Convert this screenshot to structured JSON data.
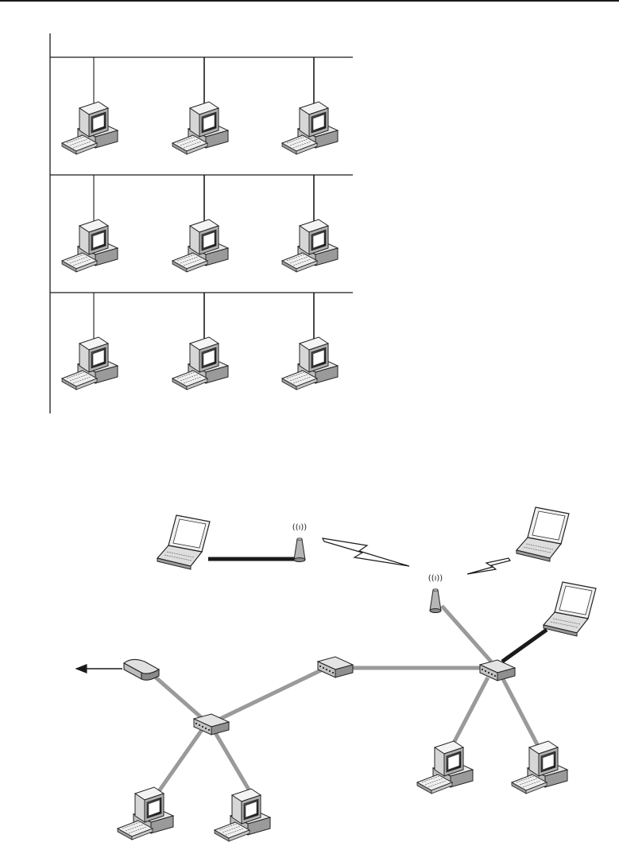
{
  "page": {
    "background": "#ffffff",
    "rule_color": "#1a1a1a"
  },
  "bus_diagram": {
    "rows": 3,
    "stations_per_row": 3,
    "bus_color": "#1a1a1a",
    "device": "desktop-computer-icon"
  },
  "network_diagram": {
    "link_color": "#9a9a9a",
    "direct_link_color": "#1a1a1a",
    "wireless_signal_icon": "lightning-bolt-icon",
    "access_point_label": "((ı))",
    "nodes": [
      {
        "id": "laptop-1",
        "device": "laptop-icon"
      },
      {
        "id": "laptop-2",
        "device": "laptop-icon"
      },
      {
        "id": "laptop-3",
        "device": "laptop-icon"
      },
      {
        "id": "access-point-1",
        "device": "access-point-icon"
      },
      {
        "id": "access-point-2",
        "device": "access-point-icon"
      },
      {
        "id": "router",
        "device": "router-icon"
      },
      {
        "id": "switch-center",
        "device": "switch-icon"
      },
      {
        "id": "switch-left",
        "device": "switch-icon"
      },
      {
        "id": "switch-right",
        "device": "switch-icon"
      },
      {
        "id": "pc-1",
        "device": "desktop-computer-icon"
      },
      {
        "id": "pc-2",
        "device": "desktop-computer-icon"
      },
      {
        "id": "pc-3",
        "device": "desktop-computer-icon"
      },
      {
        "id": "pc-4",
        "device": "desktop-computer-icon"
      }
    ]
  }
}
